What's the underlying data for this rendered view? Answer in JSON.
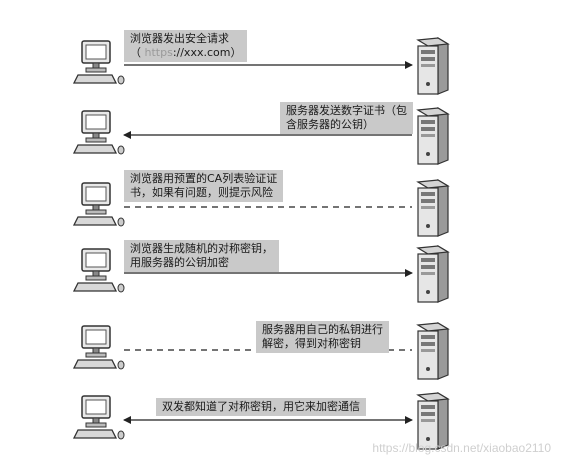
{
  "steps": [
    {
      "label_lines": [
        "浏览器发出安全请求",
        "（ https://xxx.com）"
      ],
      "arrow": "to-server",
      "line_style": "solid"
    },
    {
      "label_lines": [
        "服务器发送数字证书（包",
        "含服务器的公钥）"
      ],
      "arrow": "to-client",
      "line_style": "solid"
    },
    {
      "label_lines": [
        "浏览器用预置的CA列表验证证",
        "书，如果有问题，则提示风险"
      ],
      "arrow": "none",
      "line_style": "dashed"
    },
    {
      "label_lines": [
        "浏览器生成随机的对称密钥，",
        "用服务器的公钥加密"
      ],
      "arrow": "to-server",
      "line_style": "solid"
    },
    {
      "label_lines": [
        "服务器用自己的私钥进行",
        "解密，得到对称密钥"
      ],
      "arrow": "none",
      "line_style": "dashed"
    },
    {
      "label_lines": [
        "双发都知道了对称密钥，用它来加密通信"
      ],
      "arrow": "both",
      "line_style": "solid"
    }
  ],
  "step1_url_prefix": "https",
  "step1_url_rest": "://xxx.com）",
  "step1_open": "（ ",
  "watermark": "https://blog.csdn.net/xiaobao2110",
  "colors": {
    "label_bg": "#c9c9c9",
    "line": "#222222"
  }
}
